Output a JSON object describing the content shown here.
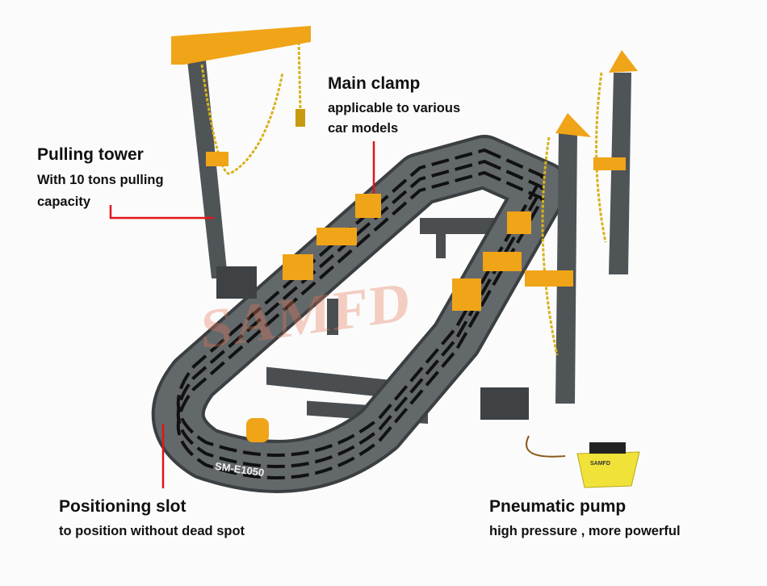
{
  "annotations": {
    "pulling_tower": {
      "title": "Pulling tower",
      "lines": [
        "With 10 tons pulling",
        "capacity"
      ]
    },
    "main_clamp": {
      "title": "Main clamp",
      "lines": [
        "applicable to various",
        "car models"
      ]
    },
    "positioning_slot": {
      "title": "Positioning slot",
      "lines": [
        "to position without dead spot"
      ]
    },
    "pneumatic_pump": {
      "title": "Pneumatic pump",
      "lines": [
        "high pressure , more powerful"
      ]
    }
  },
  "product": {
    "model_label": "SM-E1050",
    "watermark": "SAMFD",
    "pump_brand": "SAMFD"
  },
  "colors": {
    "leader": "#e0151b",
    "frame": "#55595c",
    "accent": "#f0a418",
    "chain": "#d8b21c"
  }
}
